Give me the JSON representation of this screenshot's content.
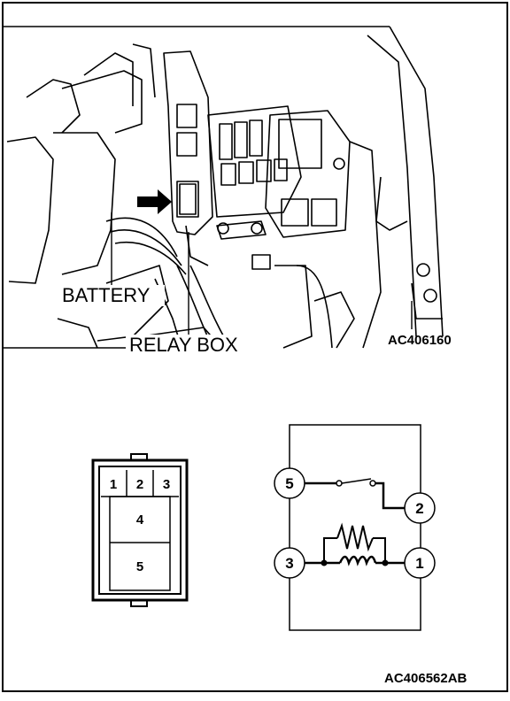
{
  "photo": {
    "callouts": {
      "battery": "BATTERY",
      "relay_box": "RELAY BOX"
    },
    "figure_code": "AC406160"
  },
  "connector": {
    "top_pins": [
      "1",
      "2",
      "3"
    ],
    "middle_pin": "4",
    "bottom_pin": "5"
  },
  "schematic": {
    "terminals": {
      "t5": "5",
      "t2": "2",
      "t3": "3",
      "t1": "1"
    }
  },
  "figure_code": "AC406562AB"
}
